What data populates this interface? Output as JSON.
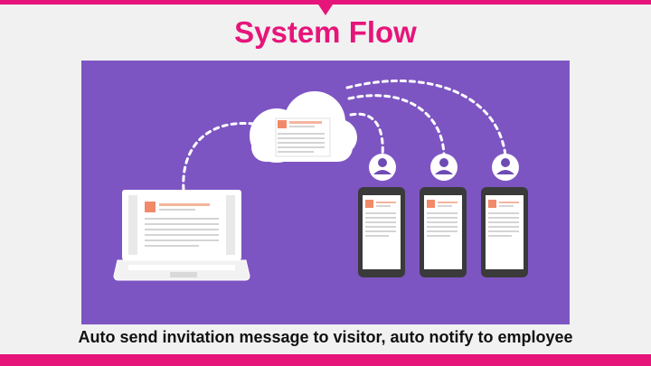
{
  "slide": {
    "title": "System Flow",
    "caption": "Auto send invitation message to visitor, auto notify to employee"
  },
  "illustration": {
    "elements": [
      "cloud-icon",
      "laptop-icon",
      "user-icon",
      "phone-icon"
    ],
    "recipients": 3
  },
  "colors": {
    "accent": "#e6157a",
    "panel_background": "#7d55c2",
    "page_background": "#f1f1f1",
    "doc_highlight": "#f28a6a"
  }
}
